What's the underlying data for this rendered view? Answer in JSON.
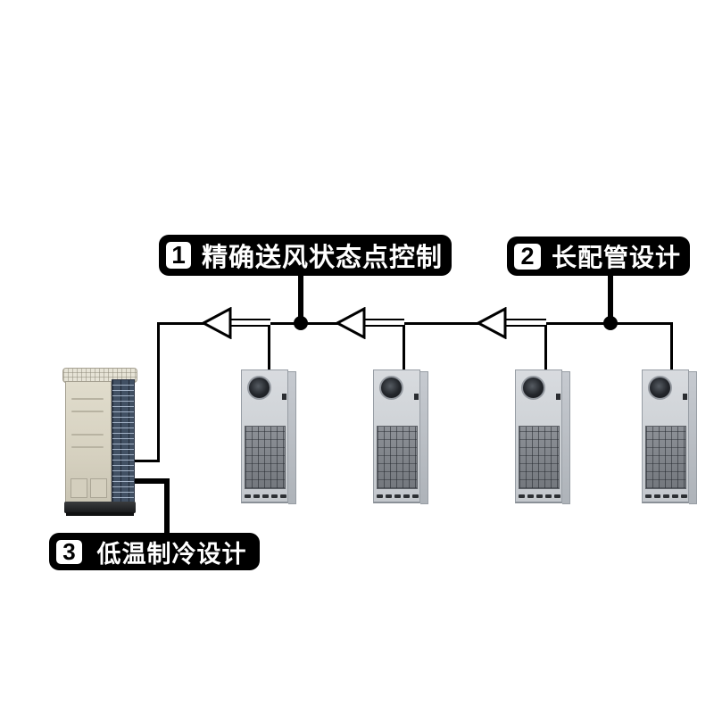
{
  "figure": {
    "description": "VRF air conditioning system diagram: one outdoor unit piped to four cabinet indoor units",
    "background": "#ffffff"
  },
  "callouts": [
    {
      "number": "1",
      "label": "精确送风状态点控制"
    },
    {
      "number": "2",
      "label": "长配管设计"
    },
    {
      "number": "3",
      "label": "低温制冷设计"
    }
  ],
  "diagram": {
    "outdoor_unit": "outdoor-unit",
    "indoor_unit_count": 4,
    "flow_arrow_count": 3,
    "colors": {
      "callout_bg": "#000000",
      "callout_text": "#ffffff",
      "pipe": "#000000",
      "arrow_fill": "#ffffff",
      "indoor_body": "#ced2d6",
      "indoor_grille": "#84888e",
      "outdoor_body": "#d8d3c3",
      "outdoor_side_grille": "#415063"
    }
  }
}
